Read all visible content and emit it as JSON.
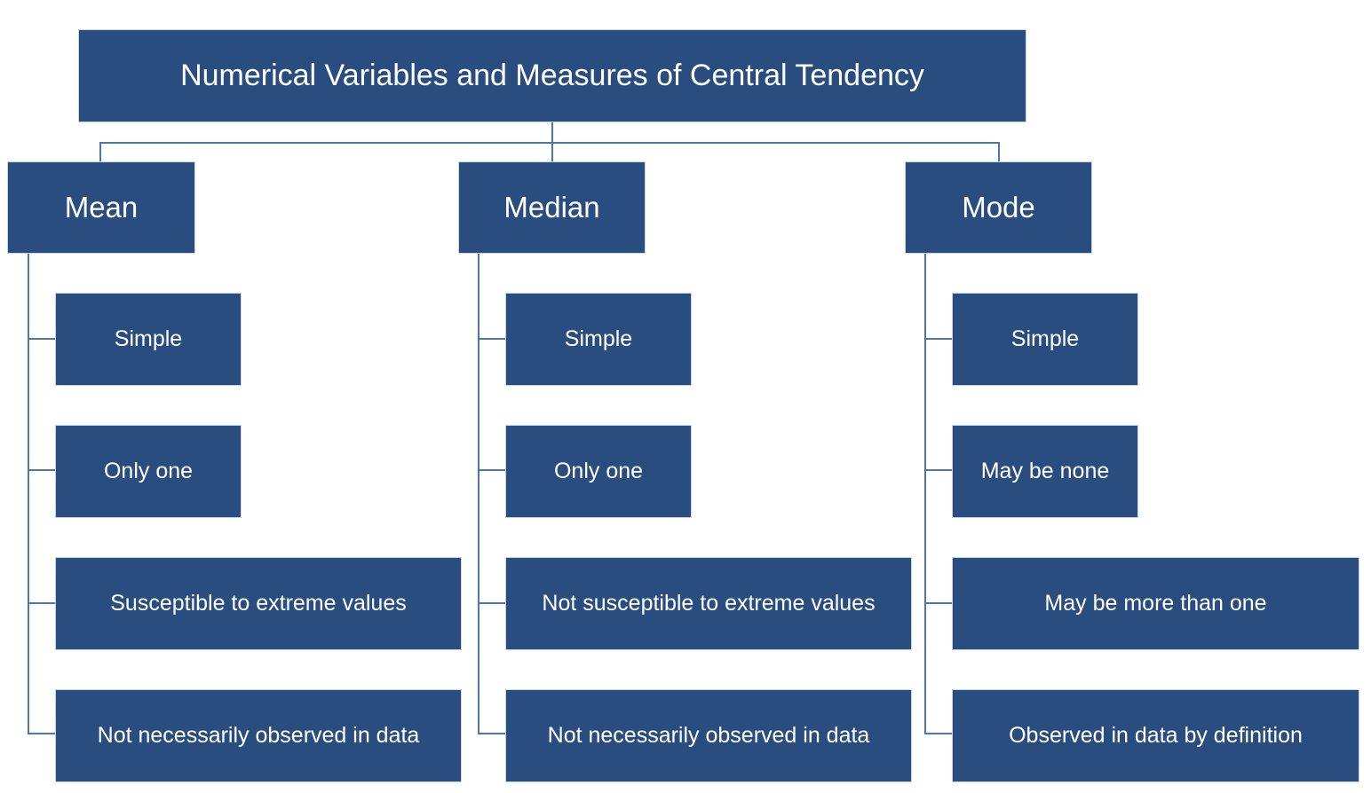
{
  "diagram": {
    "type": "hierarchy-tree",
    "title_node": {
      "label": "Numerical Variables and Measures of Central Tendency"
    },
    "colors": {
      "node_fill": "#2a4d80",
      "node_border": "#c7d5e8",
      "connector": "#4a77ad",
      "node_text": "#ffffff",
      "background": "#ffffff"
    },
    "branches": [
      {
        "id": "mean",
        "label": "Mean",
        "children": [
          {
            "label": "Simple"
          },
          {
            "label": "Only one"
          },
          {
            "label": "Susceptible to extreme values"
          },
          {
            "label": "Not necessarily observed in data"
          }
        ]
      },
      {
        "id": "median",
        "label": "Median",
        "children": [
          {
            "label": "Simple"
          },
          {
            "label": "Only one"
          },
          {
            "label": "Not susceptible to extreme values"
          },
          {
            "label": "Not necessarily observed in data"
          }
        ]
      },
      {
        "id": "mode",
        "label": "Mode",
        "children": [
          {
            "label": "Simple"
          },
          {
            "label": "May be none"
          },
          {
            "label": "May be more than one"
          },
          {
            "label": "Observed in data by definition"
          }
        ]
      }
    ]
  }
}
